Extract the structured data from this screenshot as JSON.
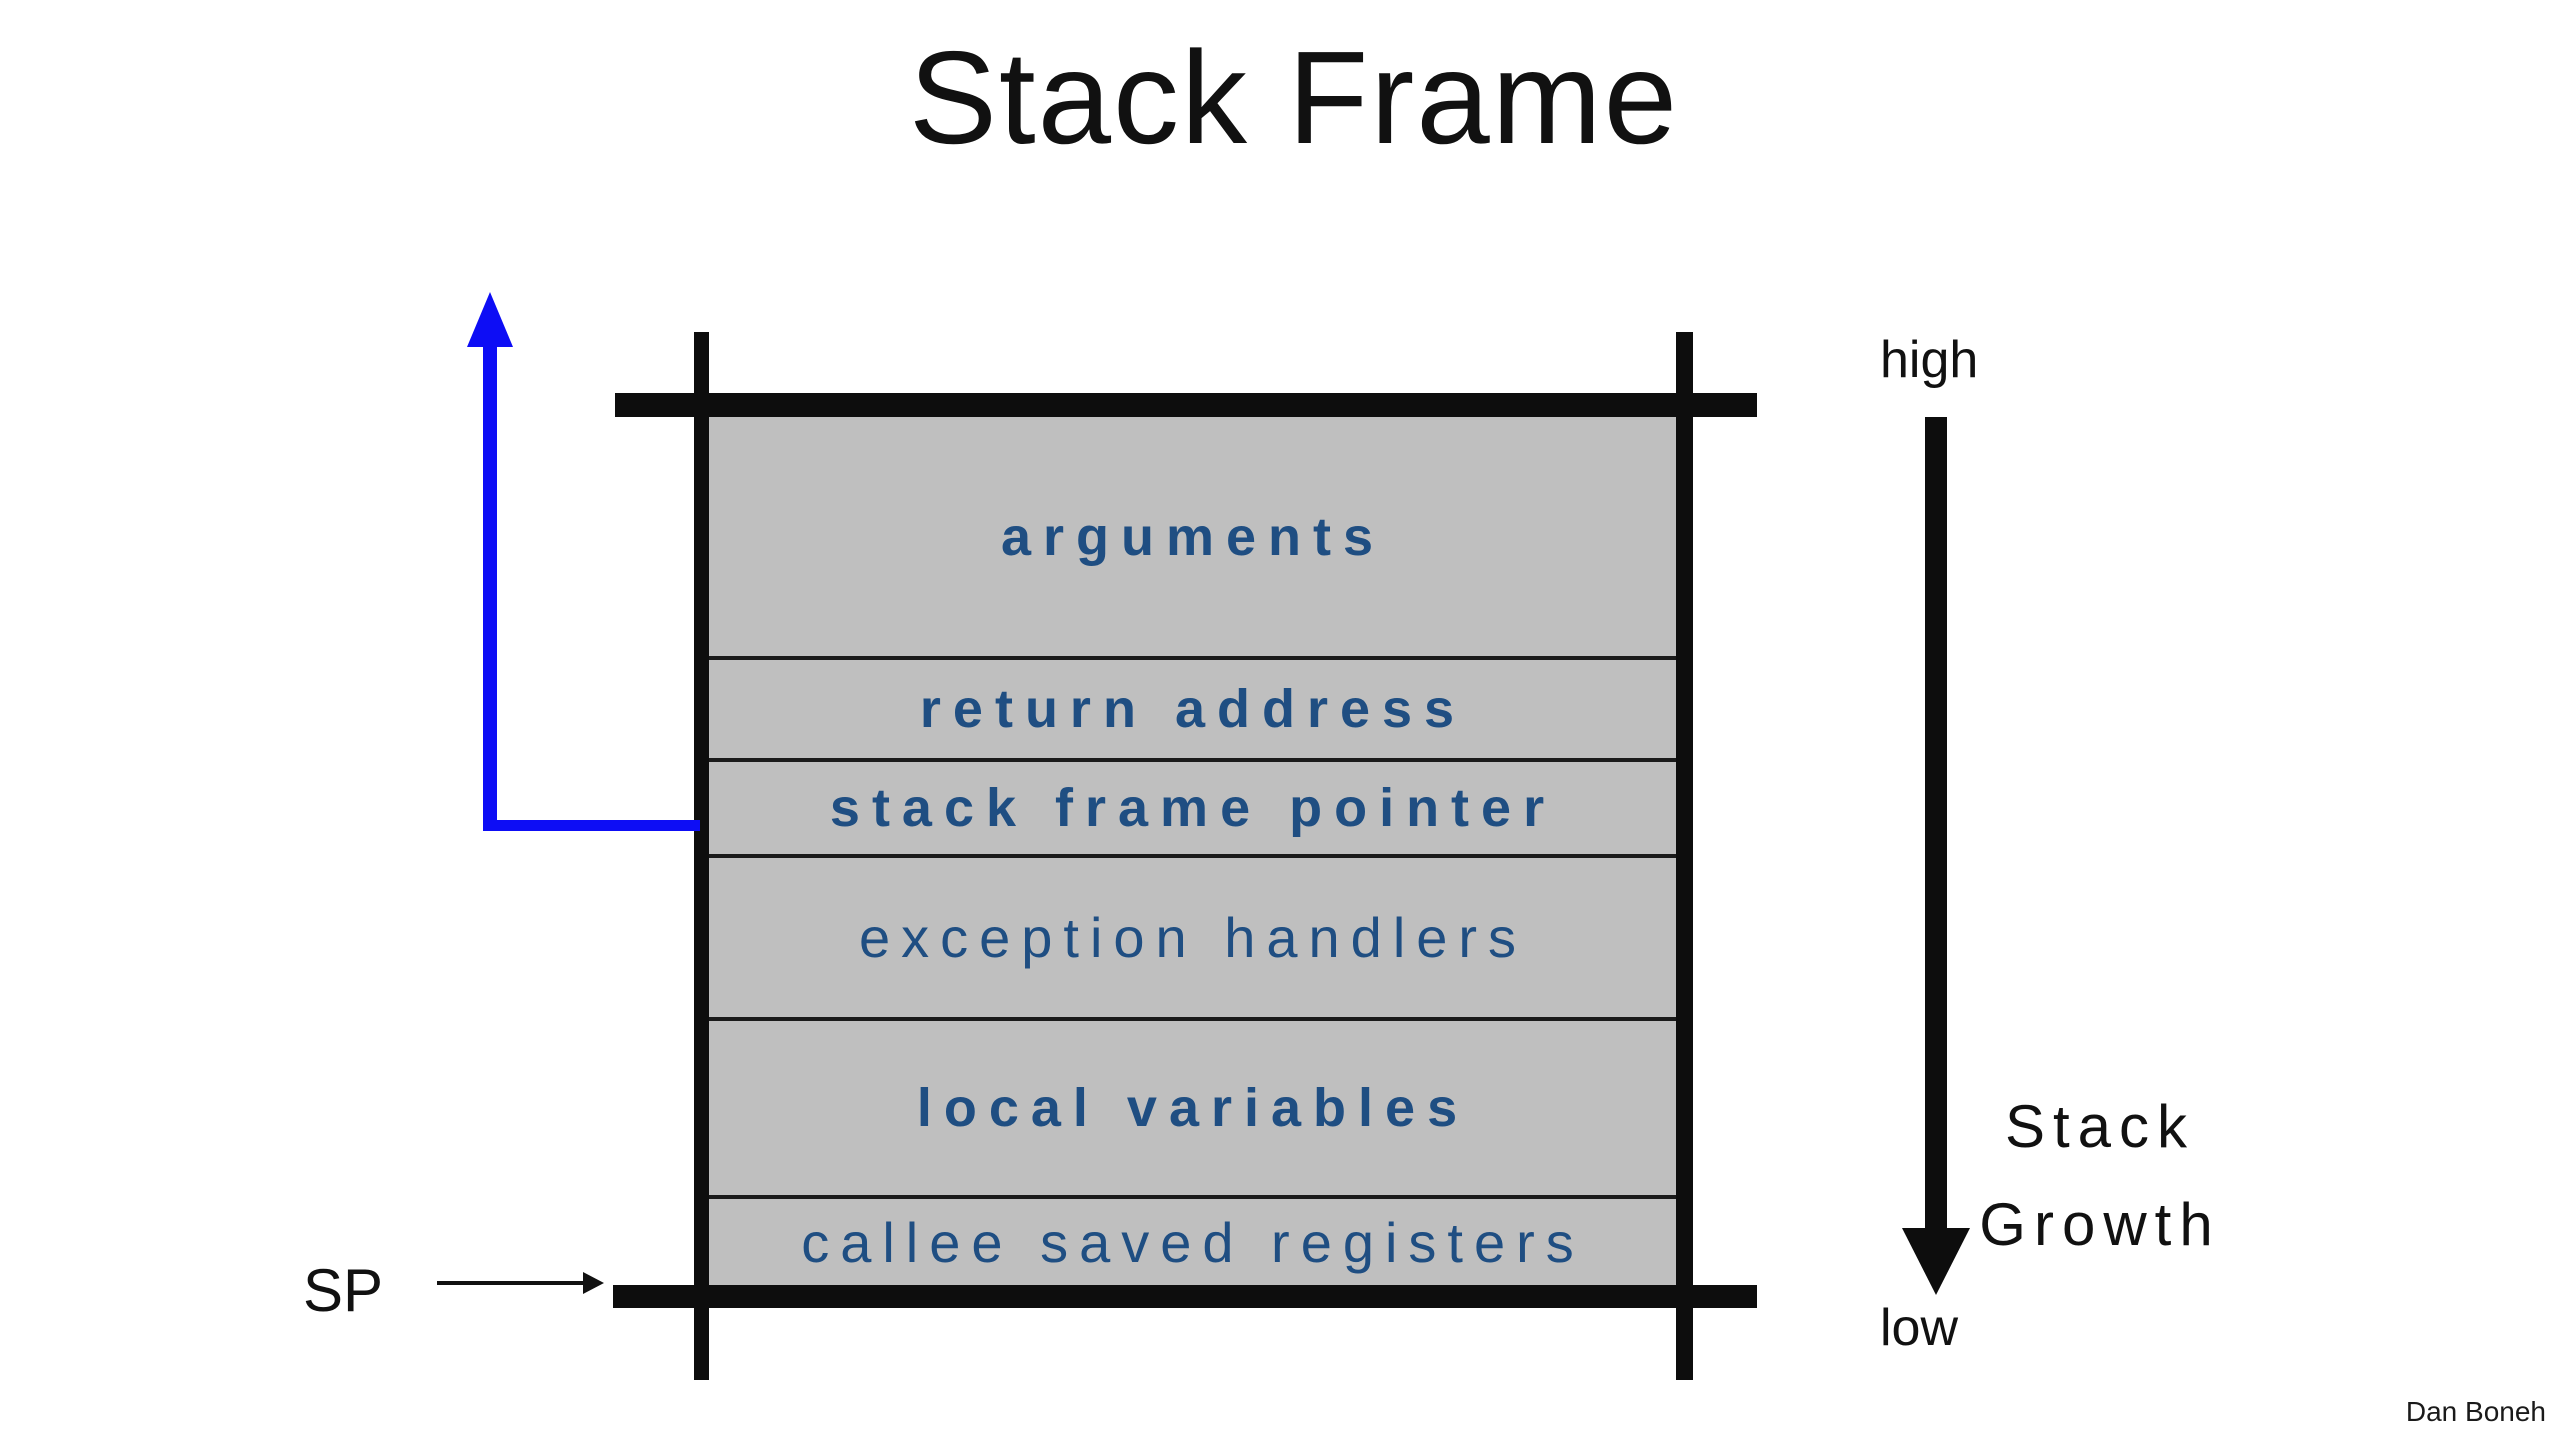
{
  "slide": {
    "title": "Stack Frame",
    "attribution": "Dan Boneh"
  },
  "stack_frame": {
    "rows": [
      {
        "label": "arguments",
        "emphasis": true
      },
      {
        "label": "return address",
        "emphasis": true
      },
      {
        "label": "stack frame pointer",
        "emphasis": true
      },
      {
        "label": "exception handlers",
        "emphasis": false
      },
      {
        "label": "local variables",
        "emphasis": true
      },
      {
        "label": "callee saved registers",
        "emphasis": false
      }
    ]
  },
  "annotations": {
    "memory_high": "high",
    "memory_low": "low",
    "stack_pointer": "SP",
    "growth_line1": "Stack",
    "growth_line2": "Growth"
  },
  "colors": {
    "row_fill": "#bfbfbf",
    "row_text": "#1f4e82",
    "line": "#0d0d0d",
    "frame_pointer_arrow": "#0d0df5",
    "background": "#ffffff"
  }
}
